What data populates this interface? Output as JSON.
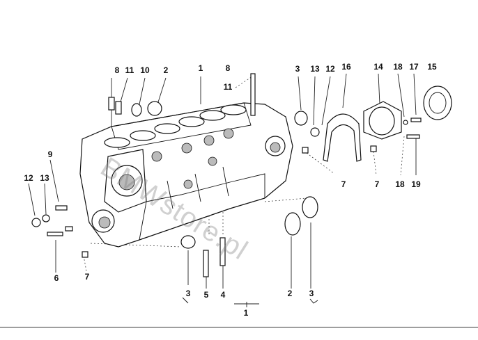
{
  "diagram": {
    "watermark": "BMWstore.pl",
    "callouts": [
      {
        "id": "c-8a",
        "text": "8"
      },
      {
        "id": "c-11a",
        "text": "11"
      },
      {
        "id": "c-10",
        "text": "10"
      },
      {
        "id": "c-2a",
        "text": "2"
      },
      {
        "id": "c-1a",
        "text": "1"
      },
      {
        "id": "c-8b",
        "text": "8"
      },
      {
        "id": "c-11b",
        "text": "11"
      },
      {
        "id": "c-3a",
        "text": "3"
      },
      {
        "id": "c-13a",
        "text": "13"
      },
      {
        "id": "c-12a",
        "text": "12"
      },
      {
        "id": "c-16",
        "text": "16"
      },
      {
        "id": "c-14",
        "text": "14"
      },
      {
        "id": "c-18a",
        "text": "18"
      },
      {
        "id": "c-17",
        "text": "17"
      },
      {
        "id": "c-15",
        "text": "15"
      },
      {
        "id": "c-9",
        "text": "9"
      },
      {
        "id": "c-12b",
        "text": "12"
      },
      {
        "id": "c-13b",
        "text": "13"
      },
      {
        "id": "c-7a",
        "text": "7"
      },
      {
        "id": "c-7b",
        "text": "7"
      },
      {
        "id": "c-18b",
        "text": "18"
      },
      {
        "id": "c-19",
        "text": "19"
      },
      {
        "id": "c-6",
        "text": "6"
      },
      {
        "id": "c-7c",
        "text": "7"
      },
      {
        "id": "c-3b",
        "text": "3"
      },
      {
        "id": "c-5",
        "text": "5"
      },
      {
        "id": "c-4",
        "text": "4"
      },
      {
        "id": "c-2b",
        "text": "2"
      },
      {
        "id": "c-3c",
        "text": "3"
      },
      {
        "id": "c-1b",
        "text": "1"
      }
    ]
  }
}
